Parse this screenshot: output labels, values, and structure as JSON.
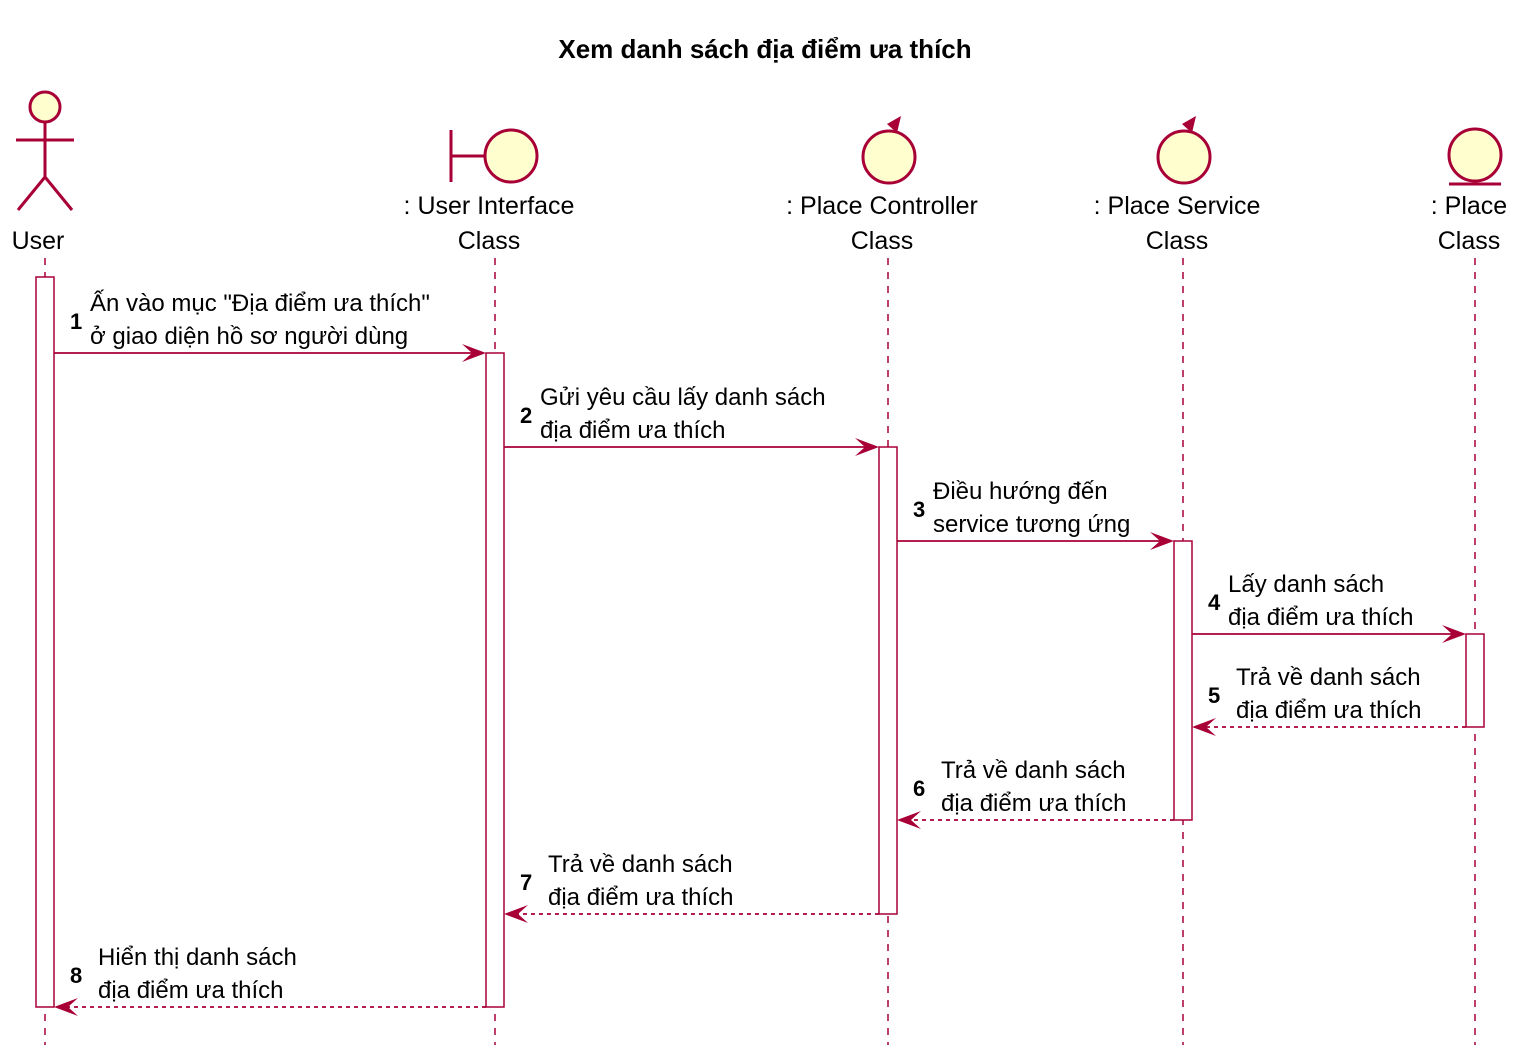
{
  "title": "Xem danh sách địa điểm ưa thích",
  "participants": [
    {
      "type": "actor",
      "icon": "actor-icon",
      "lines": [
        "User"
      ]
    },
    {
      "type": "boundary",
      "icon": "boundary-icon",
      "lines": [
        ": User Interface",
        "Class"
      ]
    },
    {
      "type": "control",
      "icon": "control-icon",
      "lines": [
        ": Place Controller",
        "Class"
      ]
    },
    {
      "type": "control",
      "icon": "control-icon",
      "lines": [
        ": Place Service",
        "Class"
      ]
    },
    {
      "type": "entity",
      "icon": "entity-icon",
      "lines": [
        ": Place",
        "Class"
      ]
    }
  ],
  "messages": [
    {
      "num": "1",
      "from": 0,
      "to": 1,
      "style": "solid",
      "lines": [
        "Ấn vào mục \"Địa điểm ưa thích\"",
        "ở giao diện hồ sơ người dùng"
      ]
    },
    {
      "num": "2",
      "from": 1,
      "to": 2,
      "style": "solid",
      "lines": [
        "Gửi yêu cầu lấy danh sách",
        "địa điểm ưa thích"
      ]
    },
    {
      "num": "3",
      "from": 2,
      "to": 3,
      "style": "solid",
      "lines": [
        "Điều hướng đến",
        "service tương ứng"
      ]
    },
    {
      "num": "4",
      "from": 3,
      "to": 4,
      "style": "solid",
      "lines": [
        "Lấy danh sách",
        "địa điểm ưa thích"
      ]
    },
    {
      "num": "5",
      "from": 4,
      "to": 3,
      "style": "dashed",
      "lines": [
        "Trả về danh sách",
        "địa điểm ưa thích"
      ]
    },
    {
      "num": "6",
      "from": 3,
      "to": 2,
      "style": "dashed",
      "lines": [
        "Trả về danh sách",
        "địa điểm ưa thích"
      ]
    },
    {
      "num": "7",
      "from": 2,
      "to": 1,
      "style": "dashed",
      "lines": [
        "Trả về danh sách",
        "địa điểm ưa thích"
      ]
    },
    {
      "num": "8",
      "from": 1,
      "to": 0,
      "style": "dashed",
      "lines": [
        "Hiển thị danh sách",
        "địa điểm ưa thích"
      ]
    }
  ],
  "colors": {
    "line": "#A80036",
    "fill": "#FEFECE",
    "activation": "#FFFFFF"
  }
}
